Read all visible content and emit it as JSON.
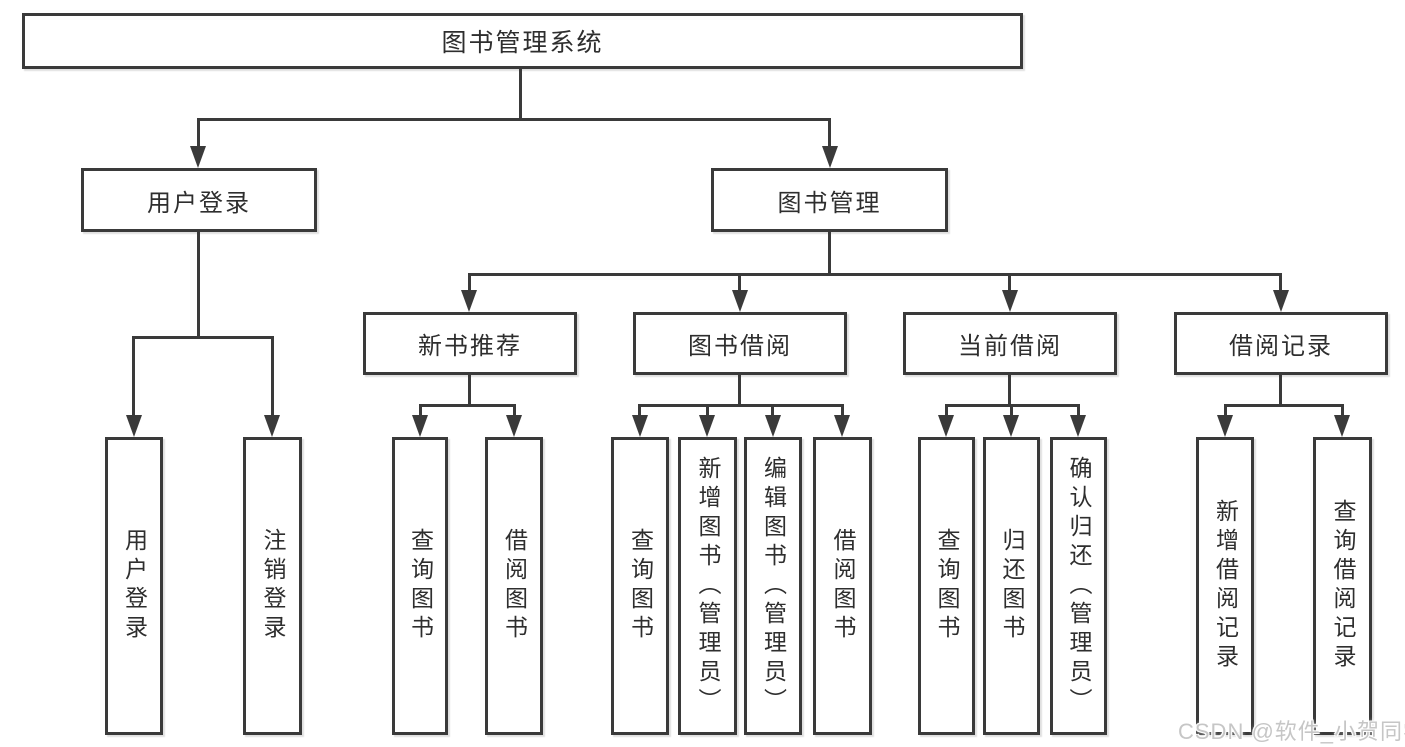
{
  "diagram": {
    "title": "图书管理系统",
    "level2": [
      {
        "label": "用户登录"
      },
      {
        "label": "图书管理"
      }
    ],
    "level3": [
      {
        "label": "新书推荐",
        "parent": "图书管理"
      },
      {
        "label": "图书借阅",
        "parent": "图书管理"
      },
      {
        "label": "当前借阅",
        "parent": "图书管理"
      },
      {
        "label": "借阅记录",
        "parent": "图书管理"
      }
    ],
    "leaves": [
      {
        "label": "用户登录",
        "parent": "用户登录"
      },
      {
        "label": "注销登录",
        "parent": "用户登录"
      },
      {
        "label": "查询图书",
        "parent": "新书推荐"
      },
      {
        "label": "借阅图书",
        "parent": "新书推荐"
      },
      {
        "label": "查询图书",
        "parent": "图书借阅"
      },
      {
        "label": "新增图书（管理员）",
        "parent": "图书借阅"
      },
      {
        "label": "编辑图书（管理员）",
        "parent": "图书借阅"
      },
      {
        "label": "借阅图书",
        "parent": "图书借阅"
      },
      {
        "label": "查询图书",
        "parent": "当前借阅"
      },
      {
        "label": "归还图书",
        "parent": "当前借阅"
      },
      {
        "label": "确认归还（管理员）",
        "parent": "当前借阅"
      },
      {
        "label": "新增借阅记录",
        "parent": "借阅记录"
      },
      {
        "label": "查询借阅记录",
        "parent": "借阅记录"
      }
    ],
    "watermark": "CSDN @软件_小贺同学",
    "colors": {
      "line": "#3a3a3a",
      "text": "#2e2e2e",
      "watermark": "#c6c6c6",
      "background": "#ffffff"
    }
  }
}
